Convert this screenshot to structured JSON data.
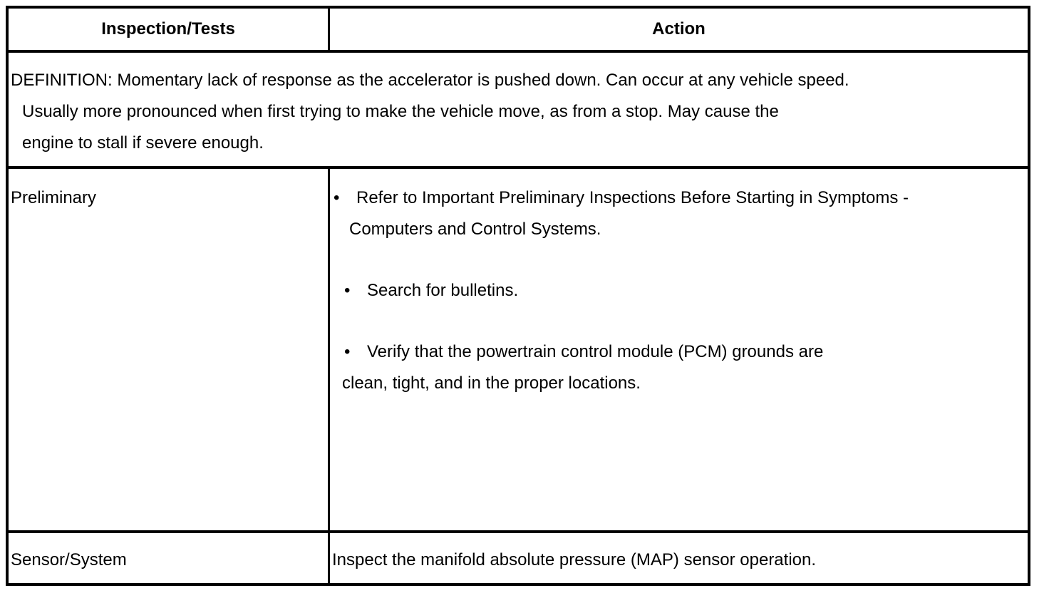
{
  "table": {
    "bullet_char": "•",
    "header": {
      "inspection_tests": "Inspection/Tests",
      "action": "Action"
    },
    "definition": {
      "lines": [
        "DEFINITION: Momentary lack of response as the accelerator is pushed down. Can occur at any vehicle speed.",
        "Usually more pronounced when first trying to make the vehicle move, as from a stop. May cause the",
        "engine to stall if severe enough."
      ]
    },
    "rows": [
      {
        "inspection": "Preliminary",
        "bullets": [
          {
            "lines": [
              "Refer to Important Preliminary Inspections Before Starting in Symptoms -",
              "Computers and Control Systems."
            ]
          },
          {
            "lines": [
              "Search for bulletins."
            ]
          },
          {
            "lines": [
              "Verify that the powertrain control module (PCM) grounds are",
              "clean, tight, and in the proper locations."
            ]
          }
        ]
      },
      {
        "inspection": "Sensor/System",
        "action": "Inspect the manifold absolute pressure (MAP) sensor operation."
      }
    ]
  },
  "colors": {
    "border": "#000000",
    "background": "#ffffff",
    "text": "#000000"
  }
}
